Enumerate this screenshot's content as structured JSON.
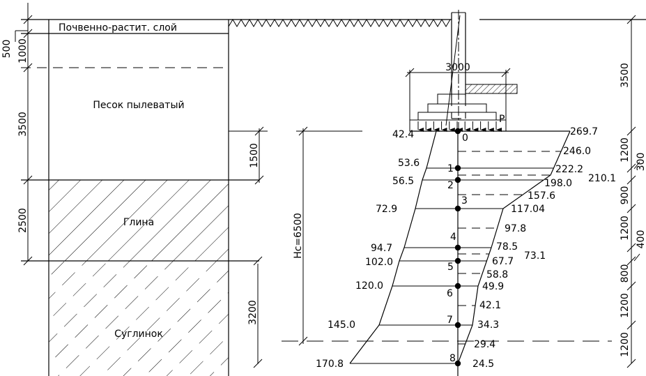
{
  "soil_layers": [
    {
      "name": "Почвенно-растит. слой",
      "thickness": "500"
    },
    {
      "name": "Песок пылеватый",
      "thickness": "3500"
    },
    {
      "name": "Глина",
      "thickness": "2500"
    },
    {
      "name": "Суглинок",
      "thickness": "3200"
    }
  ],
  "left_dims": {
    "d500": "500",
    "d1000": "1000",
    "d3500": "3500",
    "d2500": "2500",
    "d1500": "1500",
    "d3200": "3200"
  },
  "right_dims": {
    "outer": [
      "3500",
      "1200",
      "900",
      "1200",
      "800",
      "1200",
      "1200"
    ],
    "inner": [
      "300",
      "400"
    ]
  },
  "foundation": {
    "width": "3000",
    "load": "P"
  },
  "compressible_depth": "Hc=6500",
  "points": [
    "0",
    "1",
    "2",
    "3",
    "4",
    "5",
    "6",
    "7",
    "8"
  ],
  "sigma_zg": [
    "42.4",
    "53.6",
    "56.5",
    "72.9",
    "94.7",
    "102.0",
    "120.0",
    "145.0",
    "170.8"
  ],
  "sigma_zp": [
    "269.7",
    "246.0",
    "222.2",
    "210.1",
    "198.0",
    "157.6",
    "117.04",
    "97.8",
    "78.5",
    "73.1",
    "67.7",
    "58.8",
    "49.9",
    "42.1",
    "34.3",
    "29.4",
    "24.5"
  ]
}
